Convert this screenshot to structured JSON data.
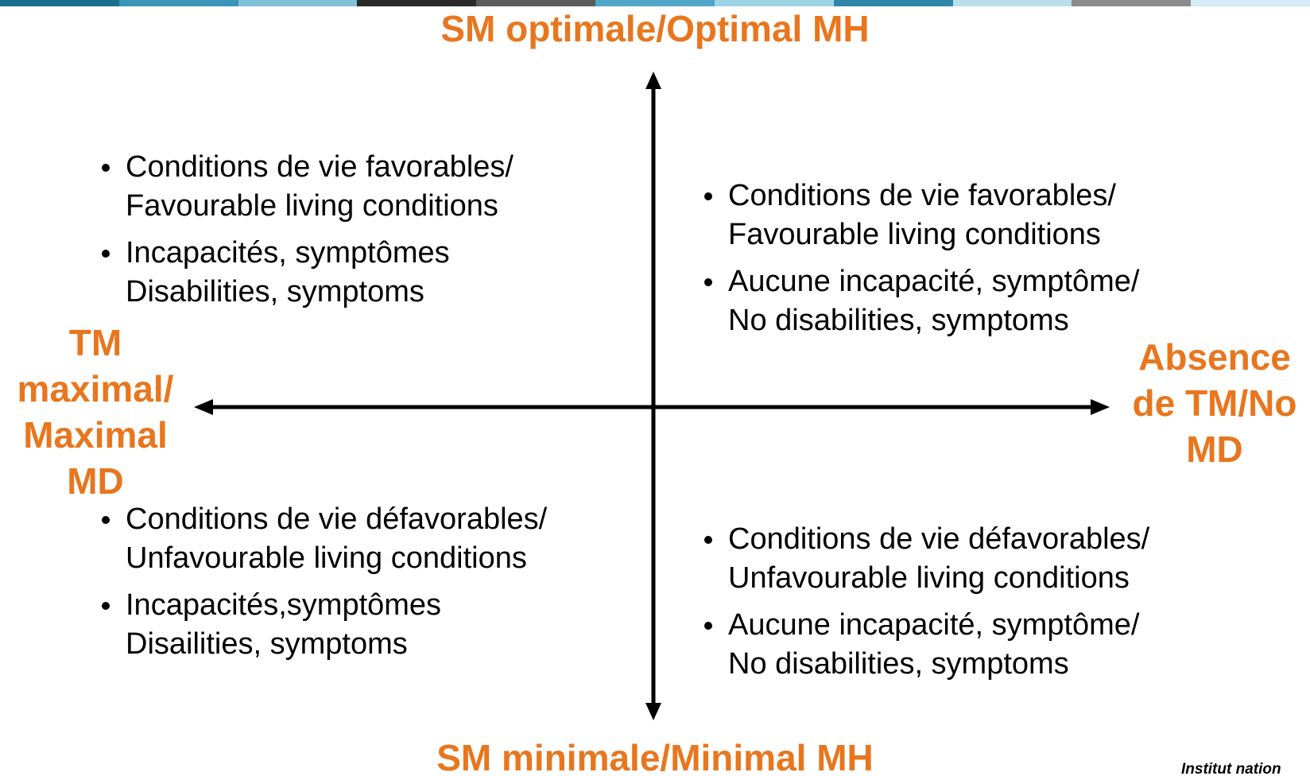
{
  "colors": {
    "accent": "#E8761E",
    "text": "#000000",
    "axis": "#000000",
    "stripe": [
      "#1B6E8E",
      "#3A95B8",
      "#7EC1D8",
      "#2A2A2A",
      "#5B5B5B",
      "#4FA6C7",
      "#9ED3E3",
      "#2E86AB",
      "#B8DFEA",
      "#8C8C8C",
      "#D4ECF3"
    ]
  },
  "axes": {
    "top_label": "SM optimale/Optimal MH",
    "bottom_label": "SM minimale/Minimal MH",
    "left_label": [
      "TM",
      "maximal/",
      "Maximal",
      "MD"
    ],
    "right_label": [
      "Absence",
      "de TM/No",
      "MD"
    ]
  },
  "quadrants": {
    "top_left": {
      "items": [
        [
          "Conditions de vie favorables/",
          "Favourable living conditions"
        ],
        [
          "Incapacités, symptômes",
          "Disabilities, symptoms"
        ]
      ]
    },
    "top_right": {
      "items": [
        [
          "Conditions de vie favorables/",
          "Favourable living conditions"
        ],
        [
          "Aucune incapacité, symptôme/",
          "No disabilities, symptoms"
        ]
      ]
    },
    "bottom_left": {
      "items": [
        [
          "Conditions de vie défavorables/",
          "Unfavourable living conditions"
        ],
        [
          "Incapacités,symptômes",
          "Disailities, symptoms"
        ]
      ]
    },
    "bottom_right": {
      "items": [
        [
          "Conditions de vie défavorables/",
          "Unfavourable living conditions"
        ],
        [
          "Aucune incapacité, symptôme/",
          "No disabilities, symptoms"
        ]
      ]
    }
  },
  "footer": {
    "logo_text": "Institut nation"
  }
}
